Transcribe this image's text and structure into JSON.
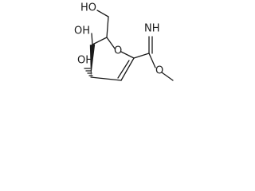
{
  "labels": {
    "ho_hydroxymethyl": "HO",
    "oh_c5": "OH",
    "oh_c4": "OH",
    "ring_oxygen": "O",
    "imine_nh": "NH",
    "ester_oxygen": "O"
  }
}
